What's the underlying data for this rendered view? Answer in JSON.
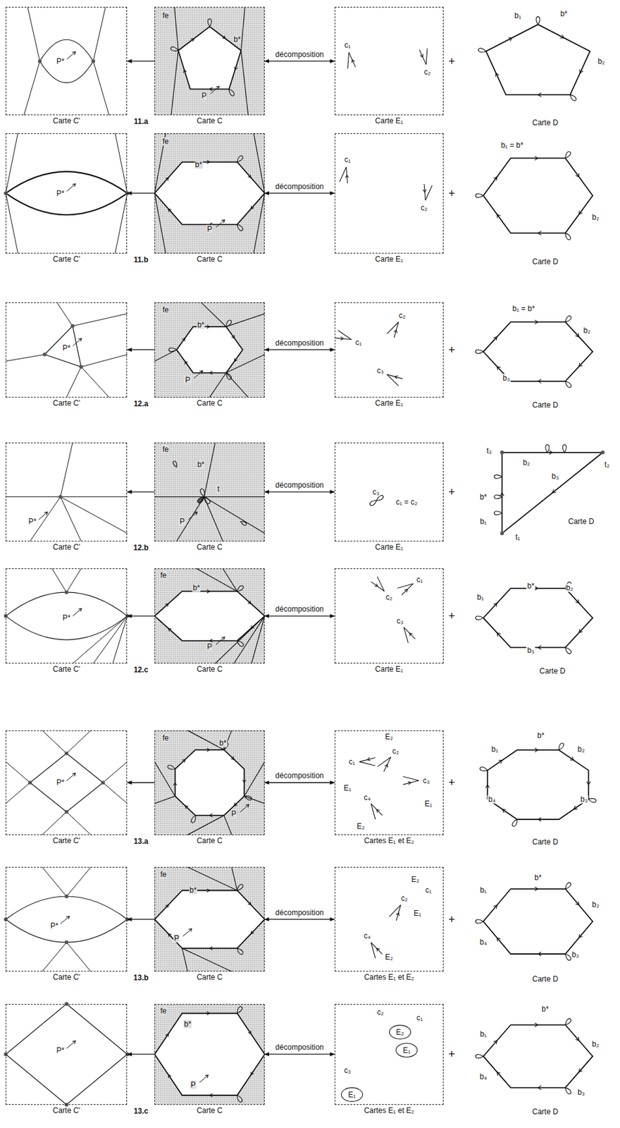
{
  "diagram": {
    "nodes": [
      {
        "text": [
          "Carte C'"
        ]
      },
      {
        "text": [
          "Carte C"
        ]
      },
      {
        "text": [
          "Carte E₁"
        ]
      },
      {
        "text": [
          "Carte C'"
        ]
      },
      {
        "text": [
          "Carte C"
        ]
      },
      {
        "text": [
          "Carte E₁"
        ]
      },
      {
        "text": [
          "Carte C'"
        ]
      },
      {
        "text": [
          "Carte C"
        ]
      },
      {
        "text": [
          "Carte E₁"
        ]
      },
      {
        "text": [
          "Carte C'"
        ]
      },
      {
        "text": [
          "Carte C"
        ]
      },
      {
        "text": [
          "Carte E₁"
        ]
      },
      {
        "text": [
          "Carte C'"
        ]
      },
      {
        "text": [
          "Carte C"
        ]
      },
      {
        "text": [
          "Carte E₁"
        ]
      },
      {
        "text": [
          "Carte C'"
        ]
      },
      {
        "text": [
          "Carte C"
        ]
      },
      {
        "text": [
          "Cartes E₁ et E₂"
        ]
      },
      {
        "text": [
          "Carte C'"
        ]
      },
      {
        "text": [
          "Carte C"
        ]
      },
      {
        "text": [
          "Cartes E₁ et E₂"
        ]
      },
      {
        "text": [
          "Carte C'"
        ]
      },
      {
        "text": [
          "Carte C"
        ]
      },
      {
        "text": [
          "Cartes E₁ et E₂"
        ]
      }
    ],
    "edges": [
      {
        "from": 1,
        "to": 0,
        "arrow": "to"
      },
      {
        "from": 1,
        "to": 2,
        "label": "décomposition",
        "arrow": "both"
      },
      {
        "from": 4,
        "to": 3,
        "arrow": "to"
      },
      {
        "from": 4,
        "to": 5,
        "label": "décomposition",
        "arrow": "both"
      },
      {
        "from": 7,
        "to": 6,
        "arrow": "to"
      },
      {
        "from": 7,
        "to": 8,
        "label": "décomposition",
        "arrow": "both"
      },
      {
        "from": 10,
        "to": 9,
        "arrow": "to"
      },
      {
        "from": 10,
        "to": 11,
        "label": "décomposition",
        "arrow": "both"
      },
      {
        "from": 13,
        "to": 12,
        "arrow": "to"
      },
      {
        "from": 13,
        "to": 14,
        "label": "décomposition",
        "arrow": "both"
      },
      {
        "from": 16,
        "to": 15,
        "arrow": "to"
      },
      {
        "from": 16,
        "to": 17,
        "label": "décomposition",
        "arrow": "both"
      },
      {
        "from": 19,
        "to": 18,
        "arrow": "to"
      },
      {
        "from": 19,
        "to": 20,
        "label": "décomposition",
        "arrow": "both"
      },
      {
        "from": 22,
        "to": 21,
        "arrow": "to"
      },
      {
        "from": 22,
        "to": 23,
        "label": "décomposition",
        "arrow": "both"
      }
    ],
    "labels": [
      "11.a",
      "P*",
      "fe",
      "b*",
      "P",
      "c₁",
      "c₂",
      "+",
      "b₁",
      "b*",
      "b₂",
      "Carte D",
      "11.b",
      "P*",
      "fe",
      "b*",
      "P",
      "c₁",
      "c₂",
      "+",
      "b₁ = b*",
      "b₂",
      "Carte D",
      "12.a",
      "P*",
      "fe",
      "b*",
      "P",
      "c₁",
      "c₂",
      "c₃",
      "+",
      "b₁ = b*",
      "b₂",
      "b₃",
      "Carte D",
      "12.b",
      "P*",
      "fe",
      "b*",
      "t",
      "P",
      "c₃",
      "c₁ = c₂",
      "+",
      "t₃",
      "b₂",
      "t₂",
      "b₃",
      "b*",
      "b₁",
      "t₁",
      "Carte D",
      "12.c",
      "P*",
      "fe",
      "b*",
      "P",
      "c₂",
      "c₁",
      "c₃",
      "+",
      "b₁",
      "b*",
      "b₂",
      "b₃",
      "Carte D",
      "13.a",
      "P*",
      "fe",
      "b*",
      "P",
      "E₂",
      "c₂",
      "c₁",
      "E₁",
      "c₃",
      "E₁",
      "c₄",
      "E₂",
      "+",
      "b₁",
      "b*",
      "b₂",
      "b₄",
      "b₃",
      "Carte D",
      "13.b",
      "P*",
      "fe",
      "b*",
      "P",
      "E₂",
      "c₂",
      "c₁",
      "E₁",
      "c₄",
      "E₂",
      "+",
      "b₁",
      "b*",
      "b₂",
      "b₄",
      "b₃",
      "Carte D",
      "13.c",
      "P*",
      "fe",
      "b*",
      "P",
      "c₂",
      "E₂",
      "c₁",
      "E₁",
      "c₃",
      "E₁",
      "+",
      "b₁",
      "b*",
      "b₂",
      "b₄",
      "b₃",
      "Carte D"
    ]
  }
}
